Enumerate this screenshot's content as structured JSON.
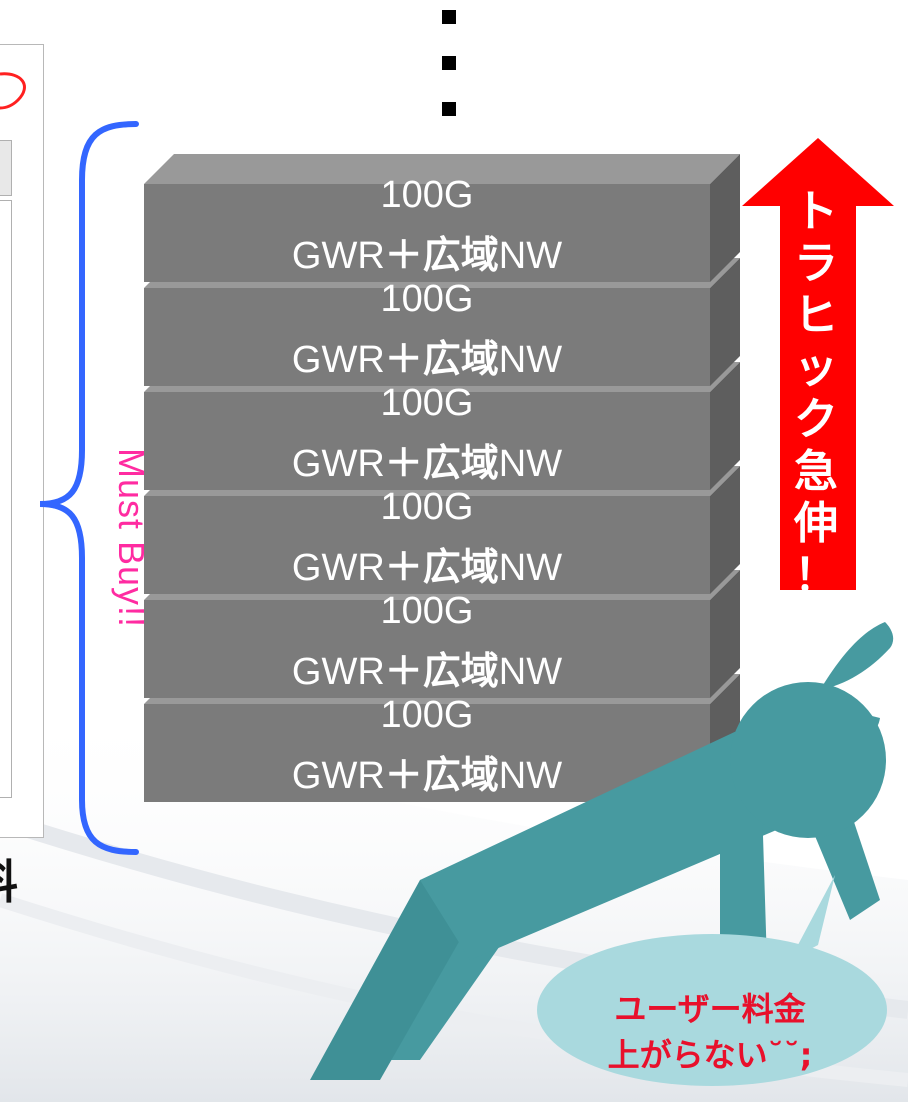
{
  "colors": {
    "block_face": "#7b7b7b",
    "block_top": "#999999",
    "block_side": "#5e5e5e",
    "block_text": "#ffffff",
    "brace": "#3366ff",
    "must_buy": "#ff2ba1",
    "arrow": "#ff0000",
    "figure": "#479aa0",
    "bubble": "#a9d9de",
    "bubble_text": "#e8102b"
  },
  "blocks": [
    {
      "line1": "100G",
      "prefix": "GWR",
      "mark": "＋広域",
      "suffix": "NW"
    },
    {
      "line1": "100G",
      "prefix": "GWR",
      "mark": "＋広域",
      "suffix": "NW"
    },
    {
      "line1": "100G",
      "prefix": "GWR",
      "mark": "＋広域",
      "suffix": "NW"
    },
    {
      "line1": "100G",
      "prefix": "GWR",
      "mark": "＋広域",
      "suffix": "NW"
    },
    {
      "line1": "100G",
      "prefix": "GWR",
      "mark": "＋広域",
      "suffix": "NW"
    },
    {
      "line1": "100G",
      "prefix": "GWR",
      "mark": "＋広域",
      "suffix": "NW"
    }
  ],
  "brace": {
    "label": "Must Buy!!"
  },
  "arrow": {
    "lines": [
      "ト",
      "ラ",
      "ヒ",
      "ッ",
      "ク",
      "急",
      "伸",
      "！"
    ]
  },
  "speech_bubble": {
    "lines": [
      "ユーザー料金",
      "上がらない˘˘;"
    ]
  },
  "left_doc": {
    "caption": "料"
  },
  "icons": {
    "dots": "ellipsis-vertical-icon",
    "figure": "exhausted-person-icon",
    "sweat": "sweat-drop-icon"
  }
}
